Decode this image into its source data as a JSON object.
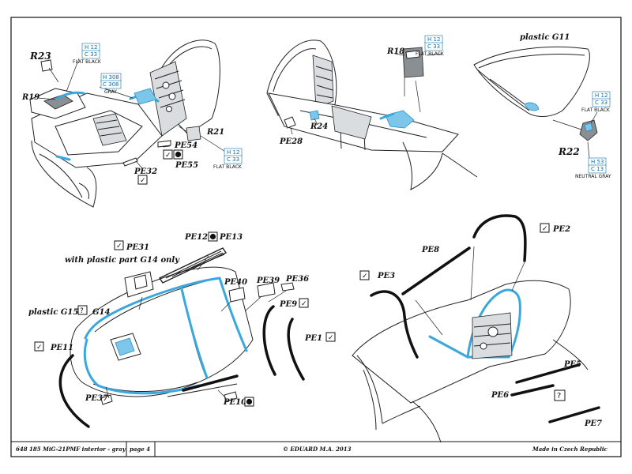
{
  "parts": {
    "r23": "R23",
    "r19": "R19",
    "r21": "R21",
    "r18": "R18",
    "r24": "R24",
    "r22": "R22",
    "pe28": "PE28",
    "pe54": "PE54",
    "pe55": "PE55",
    "pe32": "PE32",
    "pe31": "PE31",
    "pe12": "PE12",
    "pe13": "PE13",
    "pe40": "PE40",
    "pe39": "PE39",
    "pe36": "PE36",
    "pe9": "PE9",
    "pe1": "PE1",
    "pe11": "PE11",
    "pe37": "PE37",
    "pe10": "PE10",
    "pe2": "PE2",
    "pe8": "PE8",
    "pe3": "PE3",
    "pe5": "PE5",
    "pe6": "PE6",
    "pe7": "PE7",
    "g14": "G14"
  },
  "notes": {
    "plastic_g11": "plastic G11",
    "with_g14": "with plastic part G14 only",
    "plastic_g15": "plastic G15"
  },
  "symbols": {
    "check": "✓",
    "question": "?"
  },
  "callouts": [
    {
      "h": "H 12",
      "c": "C 33",
      "name": "FLAT BLACK"
    },
    {
      "h": "H 308",
      "c": "C 308",
      "name": "GRAY"
    },
    {
      "h": "H 12",
      "c": "C 33",
      "name": "FLAT BLACK"
    },
    {
      "h": "H 12",
      "c": "C 33",
      "name": "FLAT BLACK"
    },
    {
      "h": "H 12",
      "c": "C 33",
      "name": "FLAT BLACK"
    },
    {
      "h": "H 53",
      "c": "C 13",
      "name": "NEUTRAL GRAY"
    }
  ],
  "footer": {
    "kit": "648 185  MiG-21PMF interior - gray",
    "page": "page 4",
    "copyright": "© EDUARD  M.A. 2013",
    "origin": "Made in Czech Republic"
  },
  "colors": {
    "photo_etch_accent": "#3aa8dc",
    "callout_text": "#0b6fa8",
    "outline": "#222222"
  }
}
